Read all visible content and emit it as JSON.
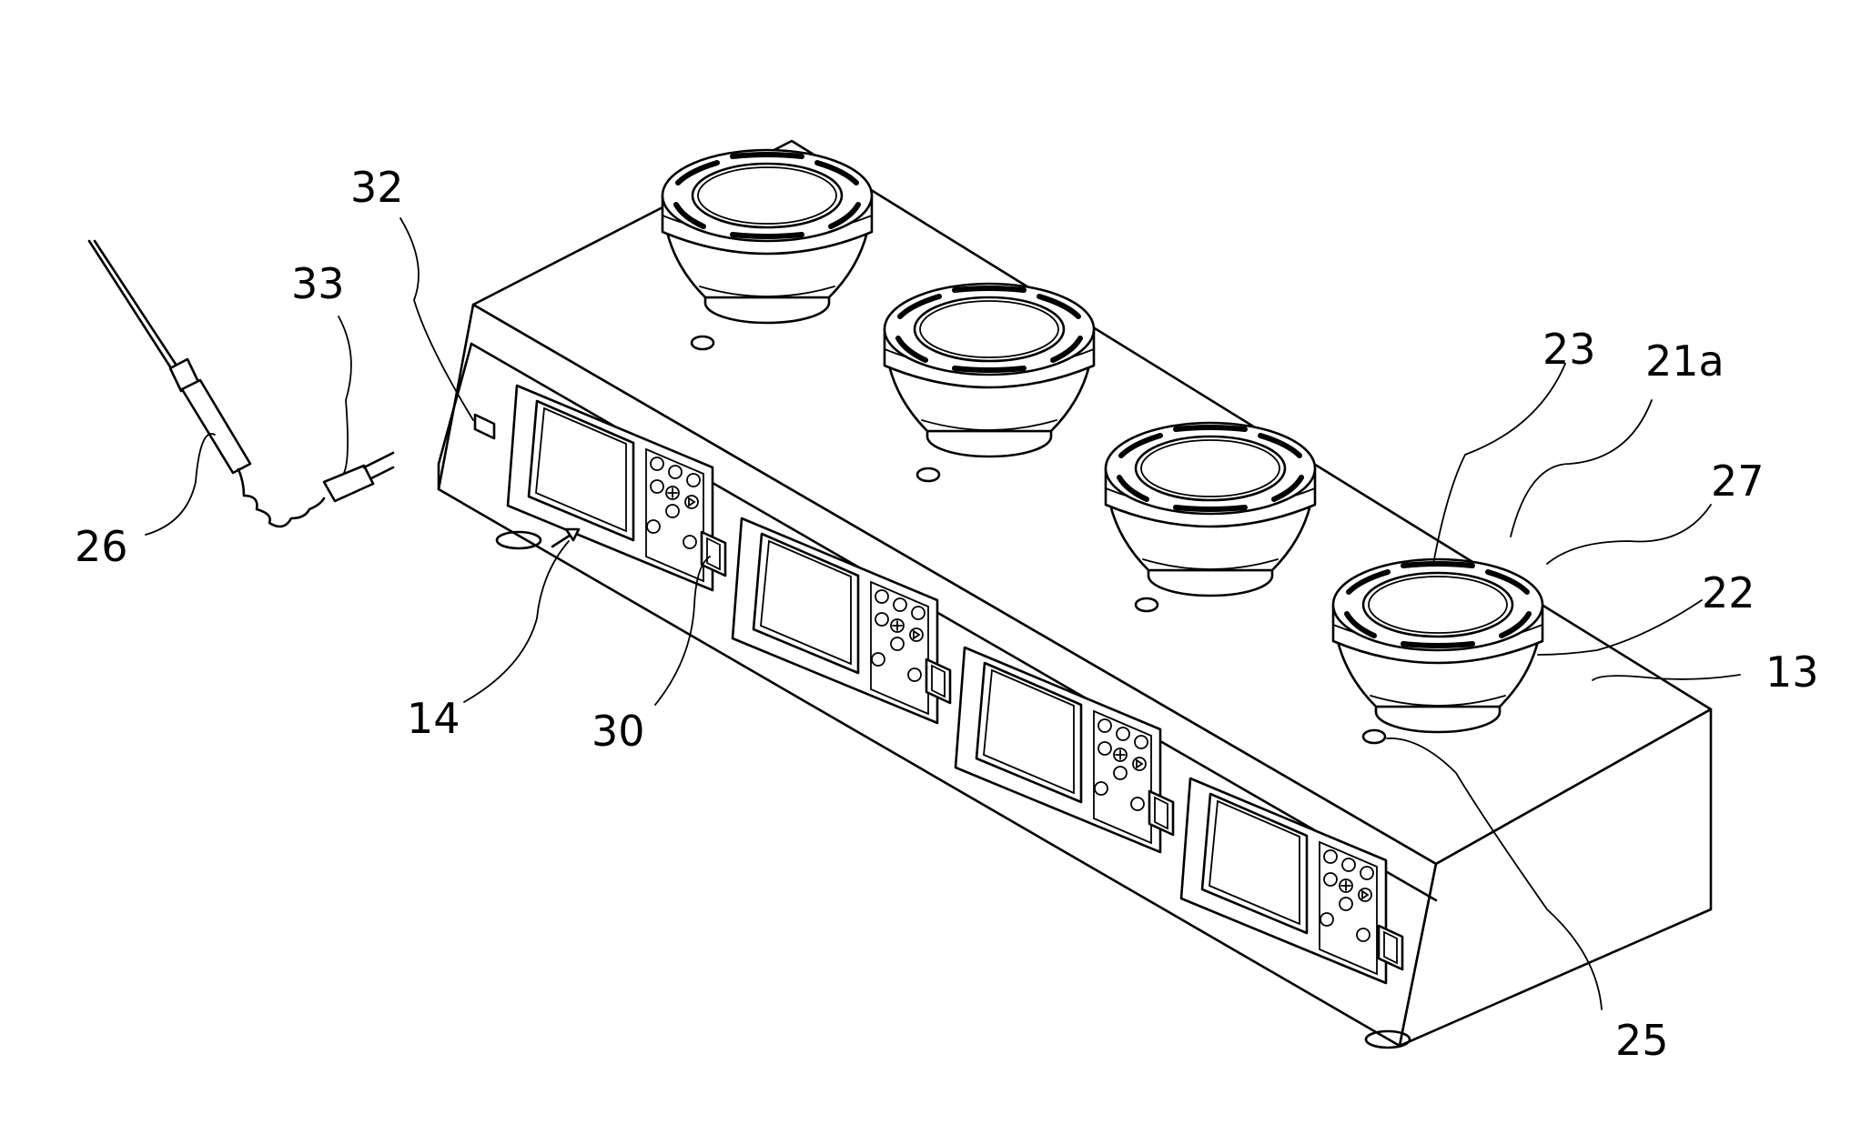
{
  "figure": {
    "labels": {
      "l32": "32",
      "l33": "33",
      "l26": "26",
      "l14": "14",
      "l30": "30",
      "l23": "23",
      "l21a": "21a",
      "l27": "27",
      "l22": "22",
      "l13": "13",
      "l25": "25"
    }
  }
}
